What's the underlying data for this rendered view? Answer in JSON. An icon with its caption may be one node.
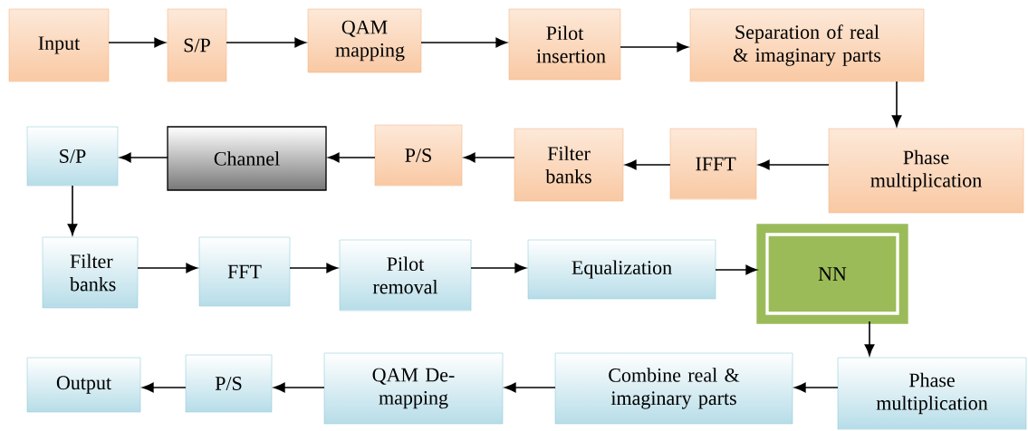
{
  "diagram": {
    "nodes": [
      {
        "text": [
          "Input"
        ]
      },
      {
        "text": [
          "S/P"
        ]
      },
      {
        "text": [
          "QAM mapping"
        ]
      },
      {
        "text": [
          "Pilot insertion"
        ]
      },
      {
        "text": [
          "Separation of real & imaginary parts"
        ]
      },
      {
        "text": [
          "Phase multiplication"
        ]
      },
      {
        "text": [
          "IFFT"
        ]
      },
      {
        "text": [
          "Filter banks"
        ]
      },
      {
        "text": [
          "P/S"
        ]
      },
      {
        "text": [
          "Channel"
        ]
      },
      {
        "text": [
          "S/P"
        ]
      },
      {
        "text": [
          "Filter banks"
        ]
      },
      {
        "text": [
          "FFT"
        ]
      },
      {
        "text": [
          "Pilot removal"
        ]
      },
      {
        "text": [
          "Equalization"
        ]
      },
      {
        "text": [
          "NN"
        ]
      },
      {
        "text": [
          "Phase multiplication"
        ]
      },
      {
        "text": [
          "Combine real & imaginary parts"
        ]
      },
      {
        "text": [
          "QAM De-mapping"
        ]
      },
      {
        "text": [
          "P/S"
        ]
      },
      {
        "text": [
          "Output"
        ]
      }
    ],
    "edges": [
      {
        "from": 0,
        "to": 1,
        "arrow": "to"
      },
      {
        "from": 1,
        "to": 2,
        "arrow": "to"
      },
      {
        "from": 2,
        "to": 3,
        "arrow": "to"
      },
      {
        "from": 3,
        "to": 4,
        "arrow": "to"
      },
      {
        "from": 4,
        "to": 5,
        "arrow": "to"
      },
      {
        "from": 5,
        "to": 6,
        "arrow": "to"
      },
      {
        "from": 6,
        "to": 7,
        "arrow": "to"
      },
      {
        "from": 7,
        "to": 8,
        "arrow": "to"
      },
      {
        "from": 8,
        "to": 9,
        "arrow": "to"
      },
      {
        "from": 9,
        "to": 10,
        "arrow": "to"
      },
      {
        "from": 10,
        "to": 11,
        "arrow": "to"
      },
      {
        "from": 11,
        "to": 12,
        "arrow": "to"
      },
      {
        "from": 12,
        "to": 13,
        "arrow": "to"
      },
      {
        "from": 13,
        "to": 14,
        "arrow": "to"
      },
      {
        "from": 14,
        "to": 15,
        "arrow": "to"
      },
      {
        "from": 15,
        "to": 16,
        "arrow": "to"
      },
      {
        "from": 16,
        "to": 17,
        "arrow": "to"
      },
      {
        "from": 17,
        "to": 18,
        "arrow": "to"
      },
      {
        "from": 18,
        "to": 19,
        "arrow": "to"
      },
      {
        "from": 19,
        "to": 20,
        "arrow": "to"
      }
    ]
  }
}
